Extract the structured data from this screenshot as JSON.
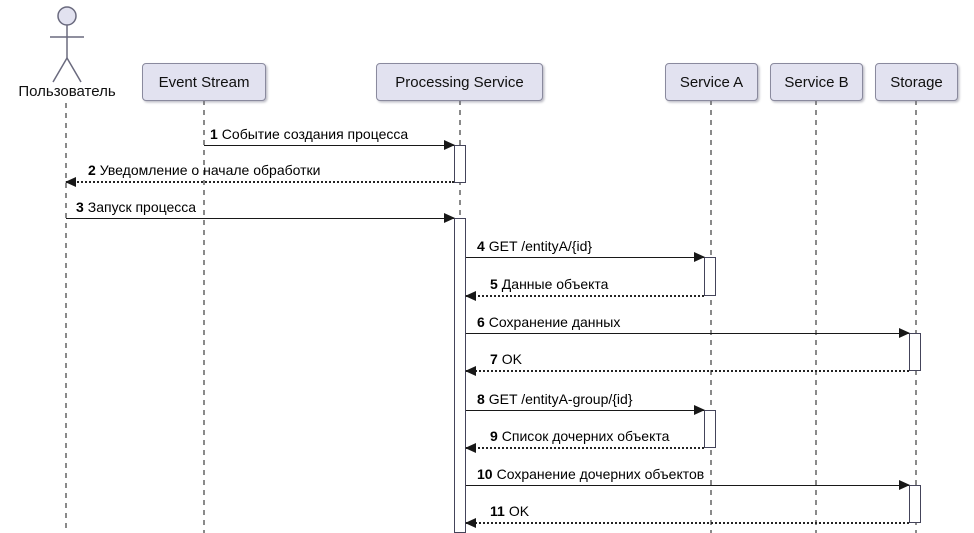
{
  "diagram": {
    "kind": "uml-sequence-diagram",
    "actor": {
      "label": "Пользователь"
    },
    "participants": [
      {
        "label": "Event Stream"
      },
      {
        "label": "Processing Service"
      },
      {
        "label": "Service A"
      },
      {
        "label": "Service B"
      },
      {
        "label": "Storage"
      }
    ],
    "messages": [
      {
        "num": "1",
        "text": "Событие создания процесса",
        "from": "Event Stream",
        "to": "Processing Service",
        "line": "solid"
      },
      {
        "num": "2",
        "text": "Уведомление о начале обработки",
        "from": "Processing Service",
        "to": "Пользователь",
        "line": "dashed"
      },
      {
        "num": "3",
        "text": "Запуск процесса",
        "from": "Пользователь",
        "to": "Processing Service",
        "line": "solid"
      },
      {
        "num": "4",
        "text": "GET /entityA/{id}",
        "from": "Processing Service",
        "to": "Service A",
        "line": "solid"
      },
      {
        "num": "5",
        "text": "Данные объекта",
        "from": "Service A",
        "to": "Processing Service",
        "line": "dashed"
      },
      {
        "num": "6",
        "text": "Сохранение данных",
        "from": "Processing Service",
        "to": "Storage",
        "line": "solid"
      },
      {
        "num": "7",
        "text": "OK",
        "from": "Storage",
        "to": "Processing Service",
        "line": "dashed"
      },
      {
        "num": "8",
        "text": "GET /entityA-group/{id}",
        "from": "Processing Service",
        "to": "Service A",
        "line": "solid"
      },
      {
        "num": "9",
        "text": "Список дочерних объекта",
        "from": "Service A",
        "to": "Processing Service",
        "line": "dashed"
      },
      {
        "num": "10",
        "text": "Сохранение дочерних объектов",
        "from": "Processing Service",
        "to": "Storage",
        "line": "solid"
      },
      {
        "num": "11",
        "text": "OK",
        "from": "Storage",
        "to": "Processing Service",
        "line": "dashed"
      }
    ],
    "colors": {
      "participant_fill": "#E2E2F0",
      "participant_border": "#8A8A9E",
      "lifeline": "#8A8A8A",
      "arrow": "#181818",
      "text": "#000000"
    }
  }
}
